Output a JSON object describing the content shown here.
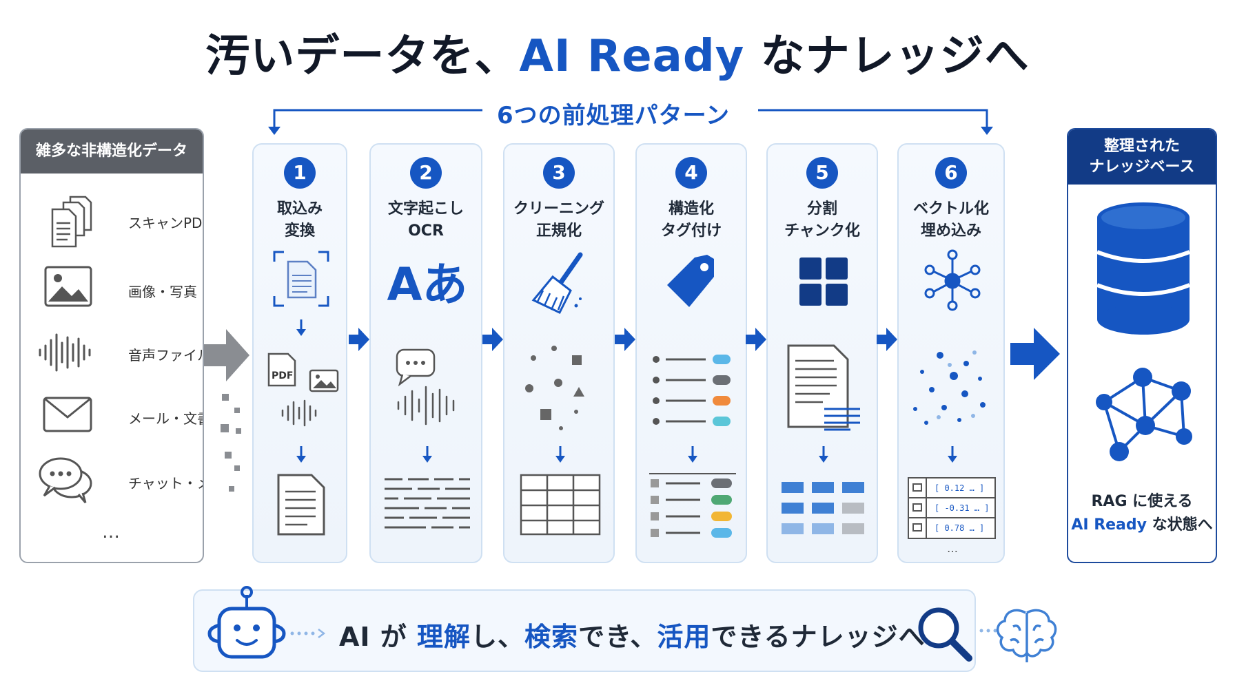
{
  "title": {
    "part1": "汚いデータを、",
    "accent": "AI Ready",
    "part2": " なナレッジへ"
  },
  "pattern_label": "6つの前処理パターン",
  "source": {
    "header": "雑多な非構造化データ",
    "items": [
      {
        "label": "スキャンPDF",
        "icon": "scanned-documents-icon"
      },
      {
        "label": "画像・写真",
        "icon": "image-icon"
      },
      {
        "label": "音声ファイル",
        "icon": "audio-waveform-icon"
      },
      {
        "label": "メール・文書",
        "icon": "mail-icon"
      },
      {
        "label": "チャット・メモ",
        "icon": "chat-bubbles-icon"
      }
    ],
    "more": "…"
  },
  "steps": [
    {
      "number": "1",
      "line1": "取込み",
      "line2": "変換"
    },
    {
      "number": "2",
      "line1": "文字起こし",
      "line2": "OCR"
    },
    {
      "number": "3",
      "line1": "クリーニング",
      "line2": "正規化"
    },
    {
      "number": "4",
      "line1": "構造化",
      "line2": "タグ付け"
    },
    {
      "number": "5",
      "line1": "分割",
      "line2": "チャンク化"
    },
    {
      "number": "6",
      "line1": "ベクトル化",
      "line2": "埋め込み"
    }
  ],
  "icons": {
    "pdf_badge": "PDF",
    "ocr_glyph": "Aあ",
    "vector_rows": [
      "[ 0.12 … ]",
      "[ -0.31 … ]",
      "[ 0.78 … ]"
    ],
    "vector_more": "…"
  },
  "kb": {
    "header_line1": "整理された",
    "header_line2": "ナレッジベース",
    "foot_line1": "RAG に使える",
    "foot_accent": "AI Ready",
    "foot_line2": " な状態へ"
  },
  "banner": {
    "p1": "AI が ",
    "a1": "理解",
    "p2": "し、",
    "a2": "検索",
    "p3": "でき、",
    "a3": "活用",
    "p4": "できるナレッジへ"
  },
  "colors": {
    "accent": "#1656c2",
    "navy": "#123b86",
    "gray_header": "#5b5f66"
  }
}
